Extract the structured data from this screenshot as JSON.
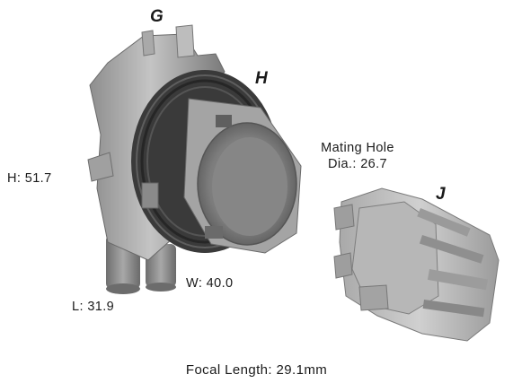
{
  "callouts": {
    "g": "G",
    "h": "H",
    "j": "J"
  },
  "dimensions": {
    "height": "H: 51.7",
    "width": "W: 40.0",
    "length": "L: 31.9",
    "mating_hole_line1": "Mating Hole",
    "mating_hole_line2": "Dia.: 26.7"
  },
  "footer": {
    "focal_length": "Focal Length: 29.1mm"
  }
}
